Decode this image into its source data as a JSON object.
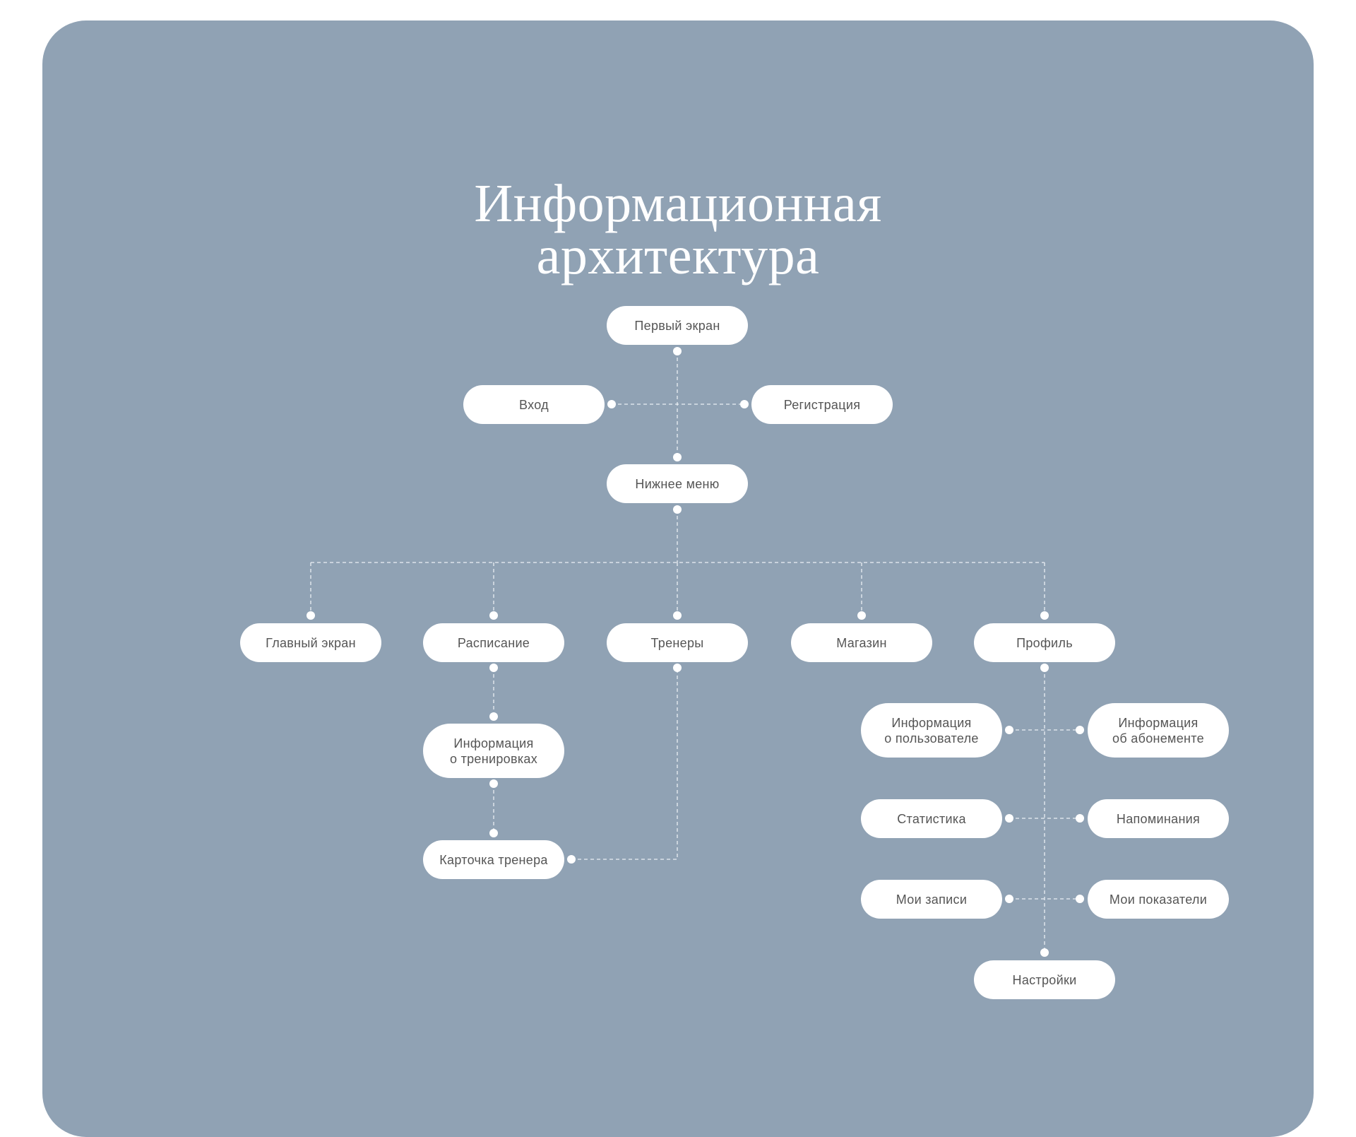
{
  "title": {
    "line1": "Информационная",
    "line2": "архитектура"
  },
  "colors": {
    "background": "#90a2b4",
    "node": "#ffffff",
    "text": "#555555",
    "connector": "#ffffff"
  },
  "nodes": {
    "first_screen": "Первый экран",
    "login": "Вход",
    "registration": "Регистрация",
    "bottom_menu": "Нижнее меню",
    "home": "Главный экран",
    "schedule": "Расписание",
    "trainers": "Тренеры",
    "shop": "Магазин",
    "profile": "Профиль",
    "training_info": "Информация\nо тренировках",
    "trainer_card": "Карточка тренера",
    "user_info": "Информация\nо пользователе",
    "subscription_info": "Информация\nоб абонементе",
    "statistics": "Статистика",
    "reminders": "Напоминания",
    "my_bookings": "Мои записи",
    "my_metrics": "Мои показатели",
    "settings": "Настройки"
  }
}
